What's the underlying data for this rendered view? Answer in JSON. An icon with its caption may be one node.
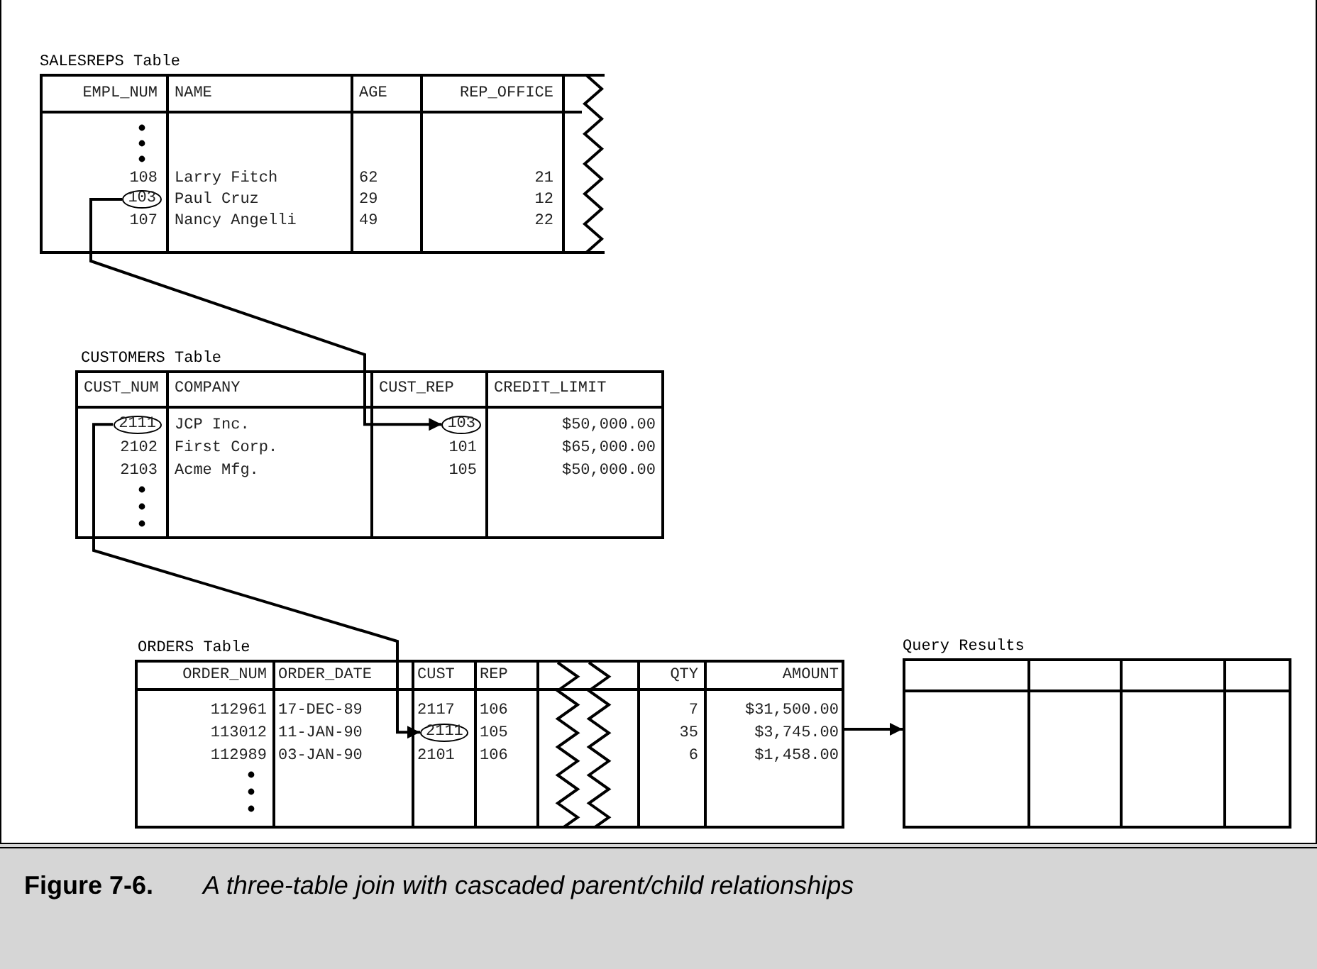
{
  "diagram": {
    "caption": "**Figure 7-6.** *A three-table join with cascaded parent/child relationships*",
    "nodes": [
      {
        "text": [
          "SALESREPS Table",
          "EMPL_NUM",
          "NAME",
          "AGE",
          "REP_OFFICE",
          "108",
          "Larry Fitch",
          "62",
          "21",
          "Paul Cruz",
          "29",
          "12",
          "107",
          "Nancy Angelli",
          "49",
          "22"
        ]
      },
      {
        "text": [
          "103"
        ],
        "in": 0
      },
      {
        "text": [
          "CUSTOMERS Table",
          "CUST_NUM",
          "COMPANY",
          "CUST_REP",
          "CREDIT_LIMIT",
          "JCP Inc.",
          "$50,000.00",
          "2102",
          "First Corp.",
          "101",
          "$65,000.00",
          "2103",
          "Acme Mfg.",
          "105",
          "$50,000.00"
        ]
      },
      {
        "text": [
          "2111"
        ],
        "in": 2
      },
      {
        "text": [
          "103"
        ],
        "in": 2
      },
      {
        "text": [
          "ORDERS Table",
          "ORDER_NUM",
          "ORDER_DATE",
          "CUST",
          "REP",
          "QTY",
          "AMOUNT",
          "112961",
          "17-DEC-89",
          "2117",
          "106",
          "7",
          "$31,500.00",
          "113012",
          "11-JAN-90",
          "105",
          "35",
          "$3,745.00",
          "112989",
          "03-JAN-90",
          "2101",
          "106",
          "6",
          "$1,458.00"
        ]
      },
      {
        "text": [
          "2111"
        ],
        "in": 5
      },
      {
        "text": [
          "Query Results"
        ]
      }
    ],
    "edges": [
      {
        "from": 1,
        "to": 4,
        "arrow": "to"
      },
      {
        "from": 3,
        "to": 6,
        "arrow": "to"
      },
      {
        "from": 5,
        "to": 7,
        "arrow": "to"
      }
    ]
  }
}
